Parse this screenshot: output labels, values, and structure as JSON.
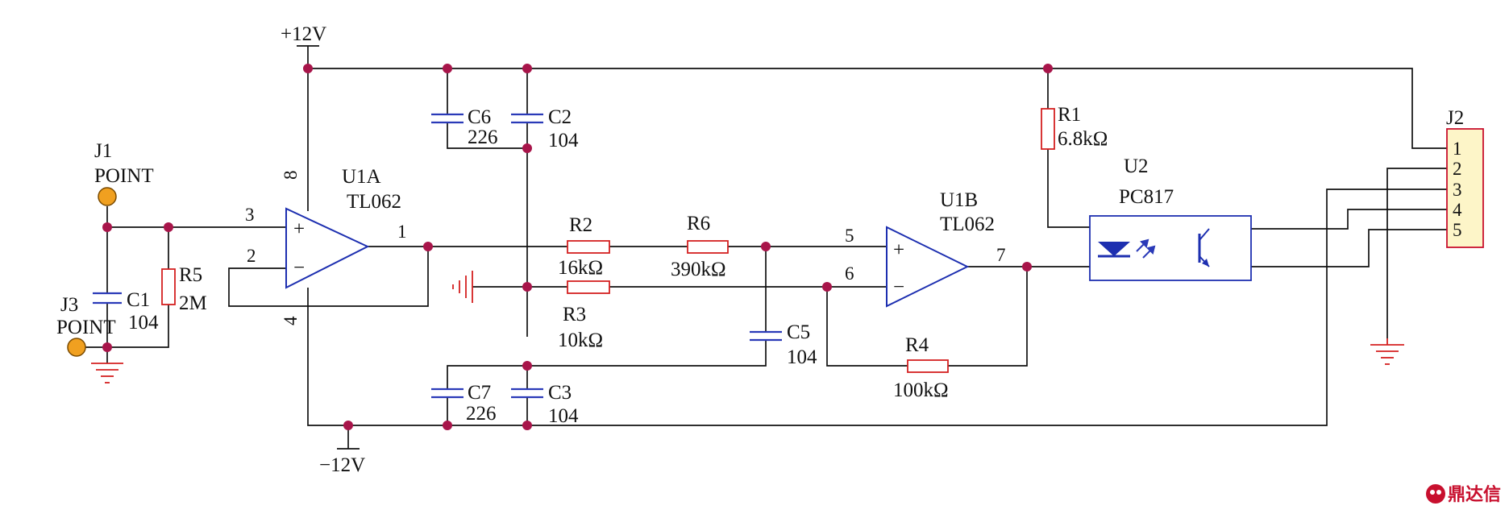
{
  "supplies": {
    "positive": "+12V",
    "negative": "−12V"
  },
  "jacks": {
    "j1": {
      "ref": "J1",
      "type": "POINT"
    },
    "j3": {
      "ref": "J3",
      "type": "POINT"
    }
  },
  "capacitors": {
    "c1": {
      "ref": "C1",
      "value": "104"
    },
    "c2": {
      "ref": "C2",
      "value": "104"
    },
    "c3": {
      "ref": "C3",
      "value": "104"
    },
    "c5": {
      "ref": "C5",
      "value": "104"
    },
    "c6": {
      "ref": "C6",
      "value": "226"
    },
    "c7": {
      "ref": "C7",
      "value": "226"
    }
  },
  "resistors": {
    "r1": {
      "ref": "R1",
      "value": "6.8kΩ"
    },
    "r2": {
      "ref": "R2",
      "value": "16kΩ"
    },
    "r3": {
      "ref": "R3",
      "value": "10kΩ"
    },
    "r4": {
      "ref": "R4",
      "value": "100kΩ"
    },
    "r5": {
      "ref": "R5",
      "value": "2M"
    },
    "r6": {
      "ref": "R6",
      "value": "390kΩ"
    }
  },
  "opamps": {
    "u1a": {
      "ref": "U1A",
      "part": "TL062",
      "pin_noninv": "3",
      "pin_inv": "2",
      "pin_out": "1",
      "pin_vpos": "8",
      "pin_vneg": "4"
    },
    "u1b": {
      "ref": "U1B",
      "part": "TL062",
      "pin_noninv": "5",
      "pin_inv": "6",
      "pin_out": "7"
    }
  },
  "optocoupler": {
    "ref": "U2",
    "part": "PC817"
  },
  "connector": {
    "ref": "J2",
    "pins": [
      "1",
      "2",
      "3",
      "4",
      "5"
    ]
  },
  "op_symbols": {
    "plus": "+",
    "minus": "−"
  },
  "watermark": "鼎达信",
  "colors": {
    "wire": "#111111",
    "resistor": "#d42020",
    "capacitor": "#2a3ab8",
    "opamp": "#1d2fb0",
    "junction": "#a8154a",
    "ground": "#d42020",
    "connector_fill": "#fdf5c8",
    "jack": "#f0a020"
  }
}
